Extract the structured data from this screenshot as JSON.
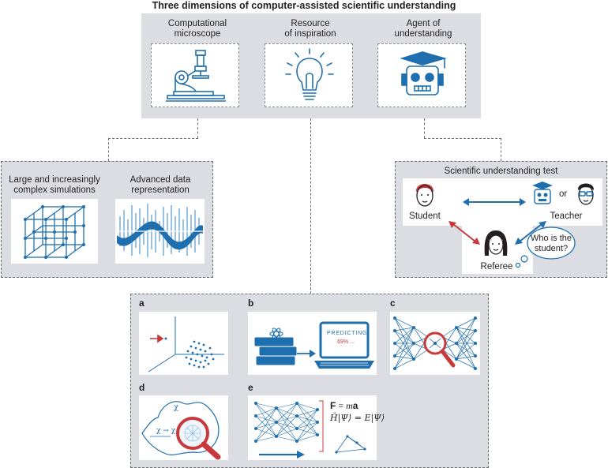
{
  "title": "Three dimensions of computer-assisted scientific understanding",
  "dimensions": [
    {
      "label_line1": "Computational",
      "label_line2": "microscope",
      "icon": "microscope-icon"
    },
    {
      "label_line1": "Resource",
      "label_line2": "of inspiration",
      "icon": "lightbulb-icon"
    },
    {
      "label_line1": "Agent of",
      "label_line2": "understanding",
      "icon": "robot-icon"
    }
  ],
  "microscope_panel": {
    "item1_line1": "Large and increasingly",
    "item1_line2": "complex simulations",
    "item2_line1": "Advanced data",
    "item2_line2": "representation"
  },
  "test_panel": {
    "title": "Scientific understanding test",
    "student": "Student",
    "teacher": "Teacher",
    "or": "or",
    "referee": "Referee",
    "bubble_line1": "Who is the",
    "bubble_line2": "student?"
  },
  "inspiration_panel": {
    "a": "a",
    "b": "b",
    "c": "c",
    "d": "d",
    "e": "e",
    "screen_text": "PREDICTING",
    "screen_percent": "69% ...",
    "eq1_bold": "F",
    "eq1_rest": " = ",
    "eq1_italic": "m",
    "eq1_bold2": "a",
    "eq2": "Ĥ|Ψ⟩ = E|Ψ⟩",
    "chi": "χ",
    "chi_map": "χ → χ"
  },
  "colors": {
    "blue": "#1f6fae",
    "red": "#c8393c",
    "panel": "#dcdde3"
  }
}
